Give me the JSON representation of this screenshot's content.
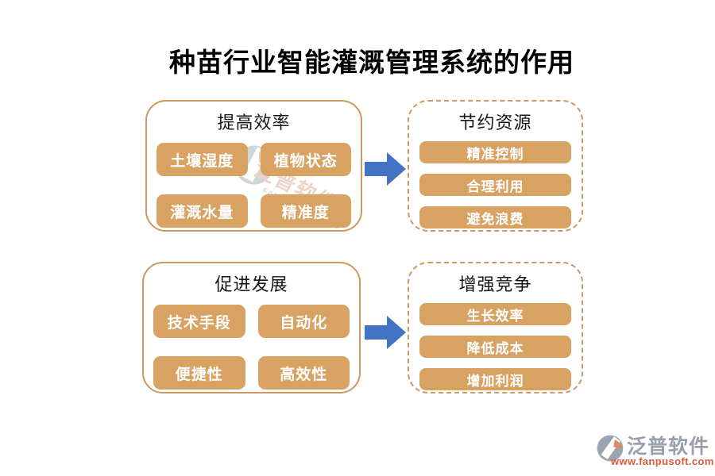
{
  "page": {
    "title": "种苗行业智能灌溉管理系统的作用"
  },
  "colors": {
    "panel_border": "#CD9861",
    "chip_fill": "#D8A263",
    "arrow_blue": "#4472C4",
    "logo_gray": "#97A0AB",
    "logo_orange": "#DB5B3C"
  },
  "groups": [
    {
      "title": "提高效率",
      "border_style": "solid",
      "items": [
        "土壤湿度",
        "植物状态",
        "灌溉水量",
        "精准度"
      ]
    },
    {
      "title": "节约资源",
      "border_style": "dashed",
      "items": [
        "精准控制",
        "合理利用",
        "避免浪费"
      ]
    },
    {
      "title": "促进发展",
      "border_style": "solid",
      "items": [
        "技术手段",
        "自动化",
        "便捷性",
        "高效性"
      ]
    },
    {
      "title": "增强竞争",
      "border_style": "dashed",
      "items": [
        "生长效率",
        "降低成本",
        "增加利润"
      ]
    }
  ],
  "icons": {
    "arrow": "right-block-arrow",
    "logo": "fanpu-badge"
  },
  "watermark": {
    "text": "泛普软件",
    "subtext": "FANPU SOFTWARE"
  },
  "footer_logo": {
    "name": "泛普软件",
    "url": "www.fanpusoft.com"
  }
}
